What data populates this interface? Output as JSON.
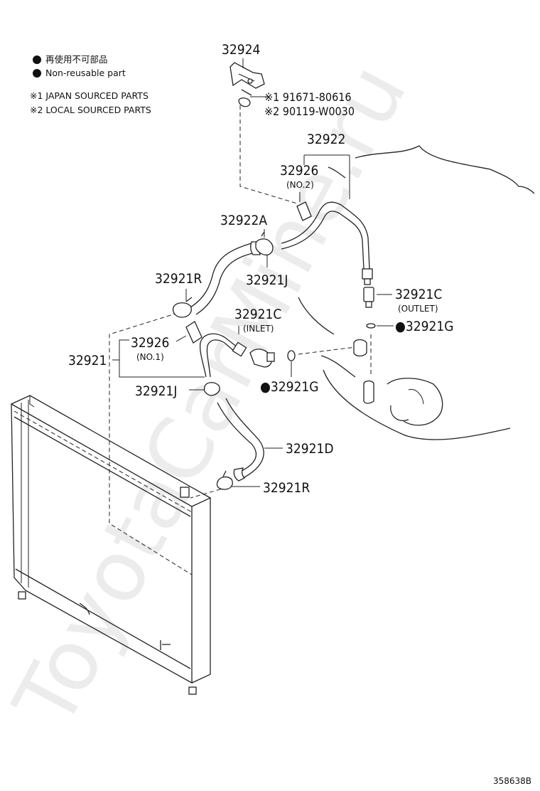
{
  "legend": {
    "marker_jp": "再使用不可部品",
    "marker_en": "Non-reusable part",
    "note1": "※1 JAPAN SOURCED PARTS",
    "note2": "※2 LOCAL SOURCED PARTS"
  },
  "labels": {
    "p32924": "32924",
    "bolt1": "※1 91671-80616",
    "bolt2": "※2 90119-W0030",
    "p32922": "32922",
    "p32926_no2": "32926",
    "p32926_no2_sub": "(NO.2)",
    "p32922A": "32922A",
    "p32921R_top": "32921R",
    "p32921J_top": "32921J",
    "p32921C_outlet": "32921C",
    "p32921C_outlet_sub": "(OUTLET)",
    "p32921G_right": "●32921G",
    "p32921C_inlet": "32921C",
    "p32921C_inlet_sub": "(INLET)",
    "p32926_no1": "32926",
    "p32926_no1_sub": "(NO.1)",
    "p32921": "32921",
    "p32921J_bottom": "32921J",
    "p32921G_bottom": "●32921G",
    "p32921D": "32921D",
    "p32921R_bottom": "32921R"
  },
  "diagram_id": "358638B",
  "watermark": "ToyotaCarMine.ru"
}
